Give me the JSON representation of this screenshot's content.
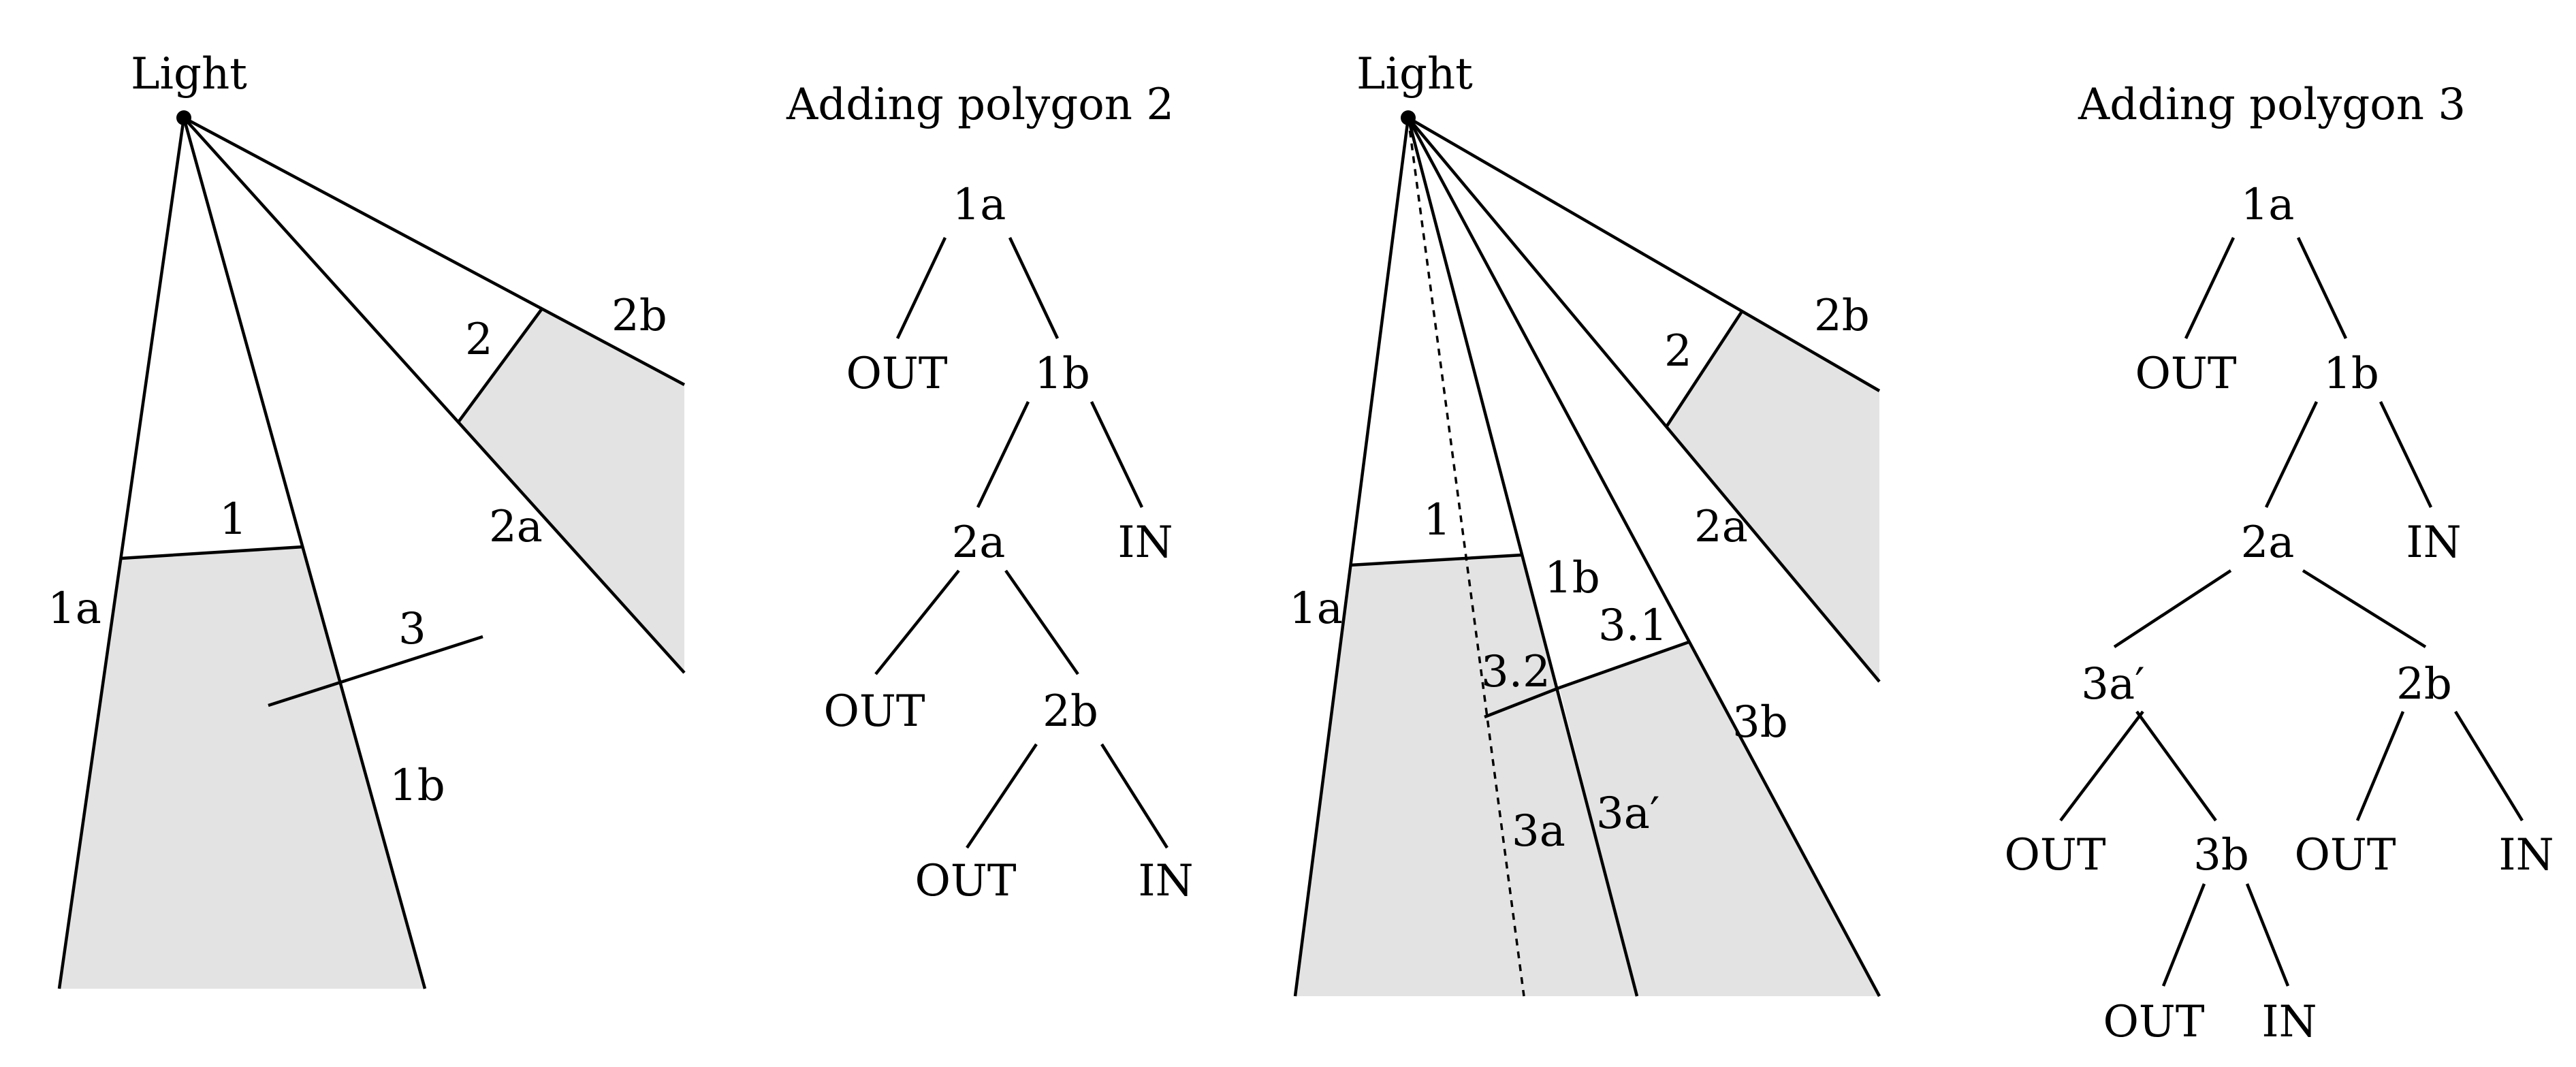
{
  "colors": {
    "shadow_fill": "#e3e3e3",
    "ink": "#000000"
  },
  "scene1": {
    "light_label": "Light",
    "labels": {
      "p1": "1",
      "p2": "2",
      "p3": "3",
      "l1a": "1a",
      "l1b": "1b",
      "l2a": "2a",
      "l2b": "2b"
    }
  },
  "tree1": {
    "title": "Adding polygon 2",
    "nodes": {
      "r": "1a",
      "a": "OUT",
      "b": "1b",
      "c": "2a",
      "d": "IN",
      "e": "OUT",
      "f": "2b",
      "g": "OUT",
      "h": "IN"
    }
  },
  "scene2": {
    "light_label": "Light",
    "labels": {
      "p1": "1",
      "p2": "2",
      "l1a": "1a",
      "l1b": "1b",
      "l2a": "2a",
      "l2b": "2b",
      "p31": "3.1",
      "p32": "3.2",
      "l3a": "3a",
      "l3ap": "3a′",
      "l3b": "3b"
    }
  },
  "tree2": {
    "title": "Adding polygon 3",
    "nodes": {
      "r": "1a",
      "a": "OUT",
      "b": "1b",
      "c": "2a",
      "d": "IN",
      "e": "3a′",
      "f": "2b",
      "g": "OUT",
      "h": "3b",
      "i": "OUT",
      "j": "IN",
      "k": "OUT",
      "l": "IN"
    }
  }
}
